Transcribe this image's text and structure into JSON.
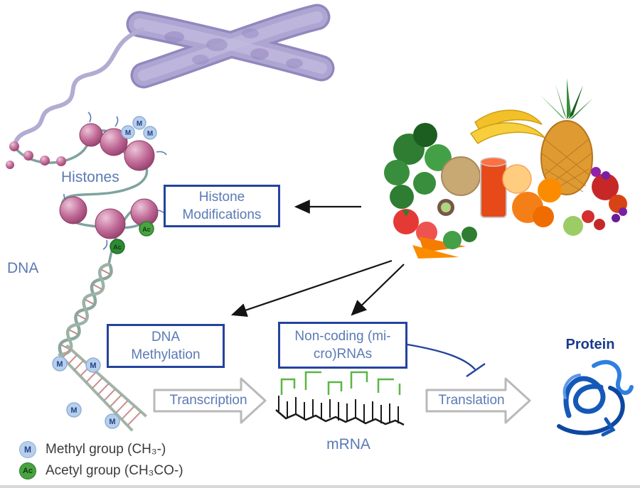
{
  "labels": {
    "histones": "Histones",
    "dna": "DNA",
    "mrna": "mRNA",
    "protein": "Protein"
  },
  "boxes": {
    "histone_modifications": {
      "line1": "Histone",
      "line2": "Modifications"
    },
    "dna_methylation": {
      "line1": "DNA",
      "line2": "Methylation"
    },
    "noncoding_rnas": {
      "line1": "Non-coding (mi-",
      "line2": "cro)RNAs"
    }
  },
  "process_arrows": {
    "transcription": "Transcription",
    "translation": "Translation"
  },
  "badges": {
    "methyl": "M",
    "acetyl": "Ac"
  },
  "legend": {
    "methyl": {
      "symbol": "M",
      "label": "Methyl group (CH₃-)"
    },
    "acetyl": {
      "symbol": "Ac",
      "label": "Acetyl group (CH₃CO-)"
    }
  },
  "colors": {
    "box_border_blue": "#24439c",
    "label_blue": "#5b7ab5",
    "protein_label_navy": "#1a3a8c",
    "inhibition_blue": "#24439c",
    "methyl_badge_blue": "#b8cfea",
    "acetyl_badge_green": "#49a33f",
    "mrna_green": "#5cb544",
    "process_arrow_gray": "#b9b9b9",
    "protein_ribbon_blue": "#1559b8"
  }
}
